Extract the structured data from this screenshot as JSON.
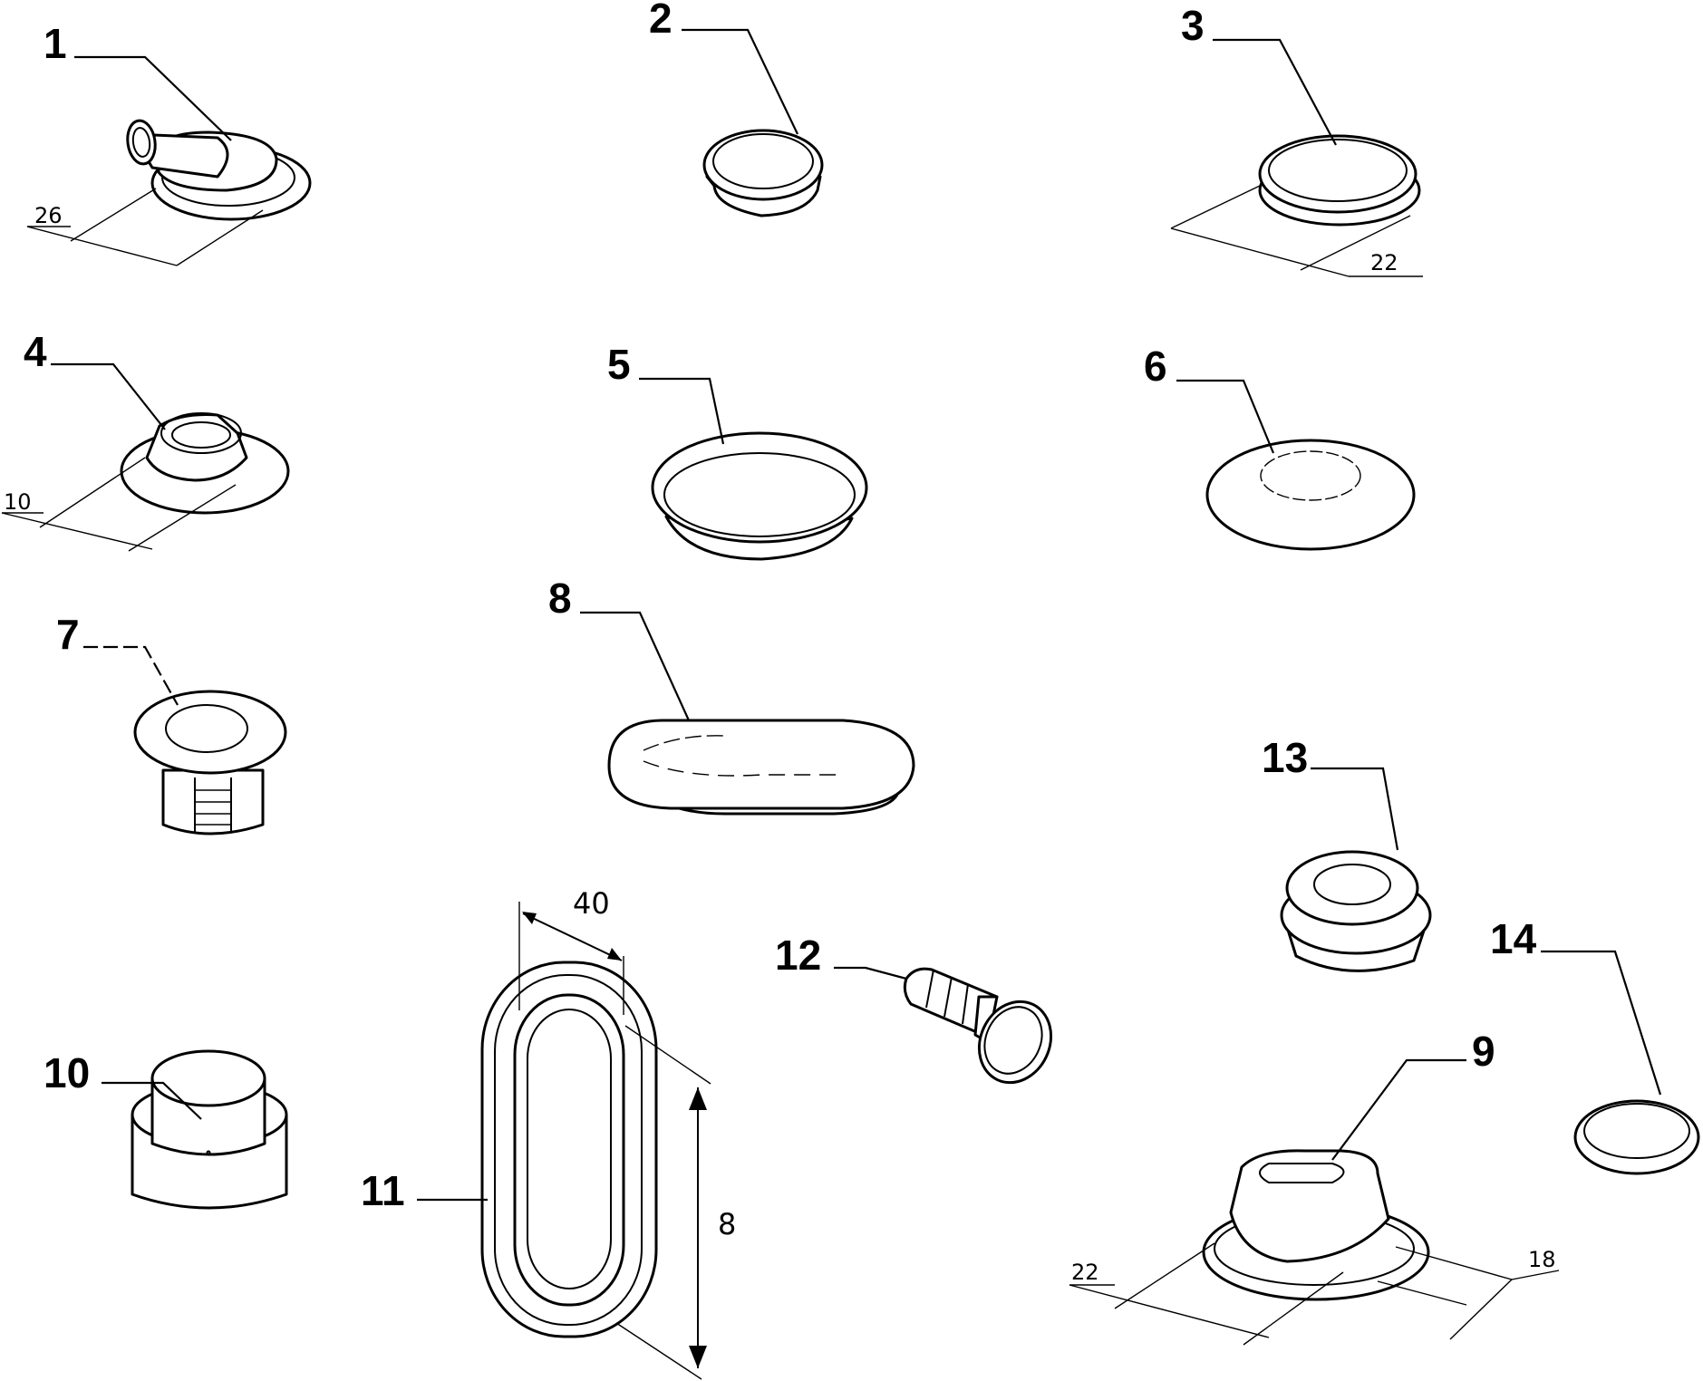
{
  "diagram": {
    "callouts": {
      "c1": "1",
      "c2": "2",
      "c3": "3",
      "c4": "4",
      "c5": "5",
      "c6": "6",
      "c7": "7",
      "c8": "8",
      "c9": "9",
      "c10": "10",
      "c11": "11",
      "c12": "12",
      "c13": "13",
      "c14": "14"
    },
    "dimensions": {
      "d26": "26",
      "d22_part3": "22",
      "d10": "10",
      "d40": "40",
      "d8": "8",
      "d22_part9": "22",
      "d18": "18"
    }
  }
}
